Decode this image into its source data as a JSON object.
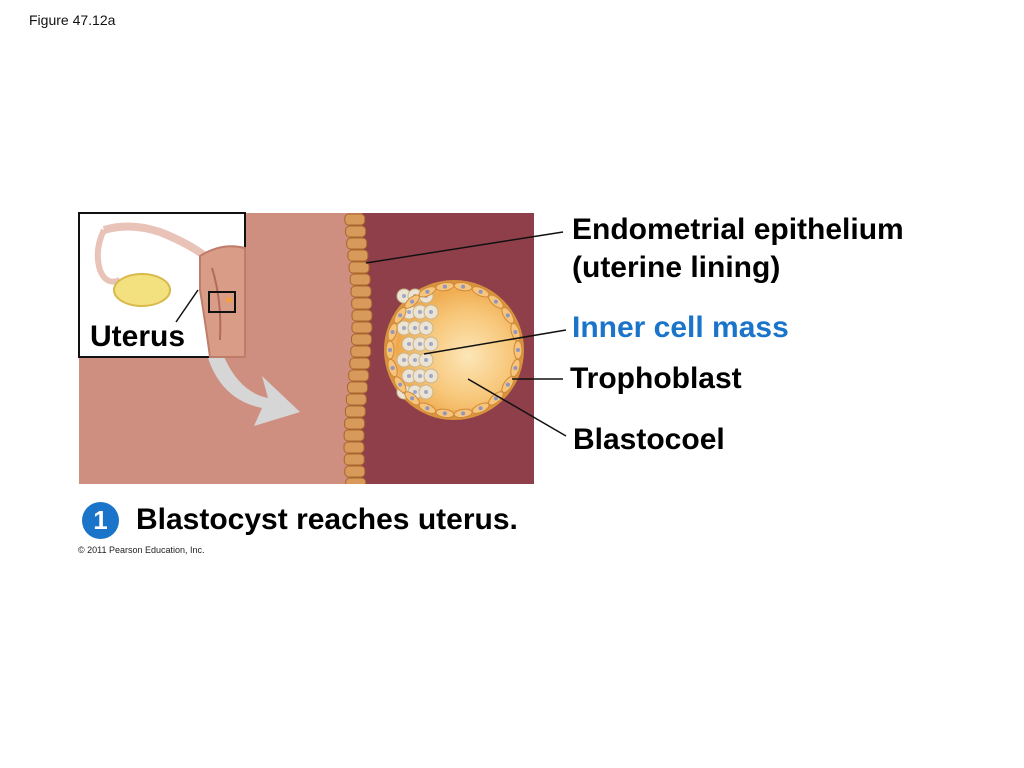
{
  "figure_label": "Figure 47.12a",
  "inset": {
    "label": "Uterus"
  },
  "labels": {
    "endometrial_line1": "Endometrial epithelium",
    "endometrial_line2": "(uterine lining)",
    "inner_cell_mass": "Inner cell mass",
    "trophoblast": "Trophoblast",
    "blastocoel": "Blastocoel"
  },
  "step": {
    "number": "1",
    "text": "Blastocyst reaches uterus."
  },
  "copyright": "© 2011 Pearson Education, Inc.",
  "colors": {
    "uterus_wall": "#cf8f80",
    "endometrium": "#8f3f4a",
    "epithelium_cells": "#d89a5a",
    "blastocyst": "#f2b45c",
    "inner_cell_mass": "#ece3d2",
    "label_blue": "#1a74c9"
  }
}
